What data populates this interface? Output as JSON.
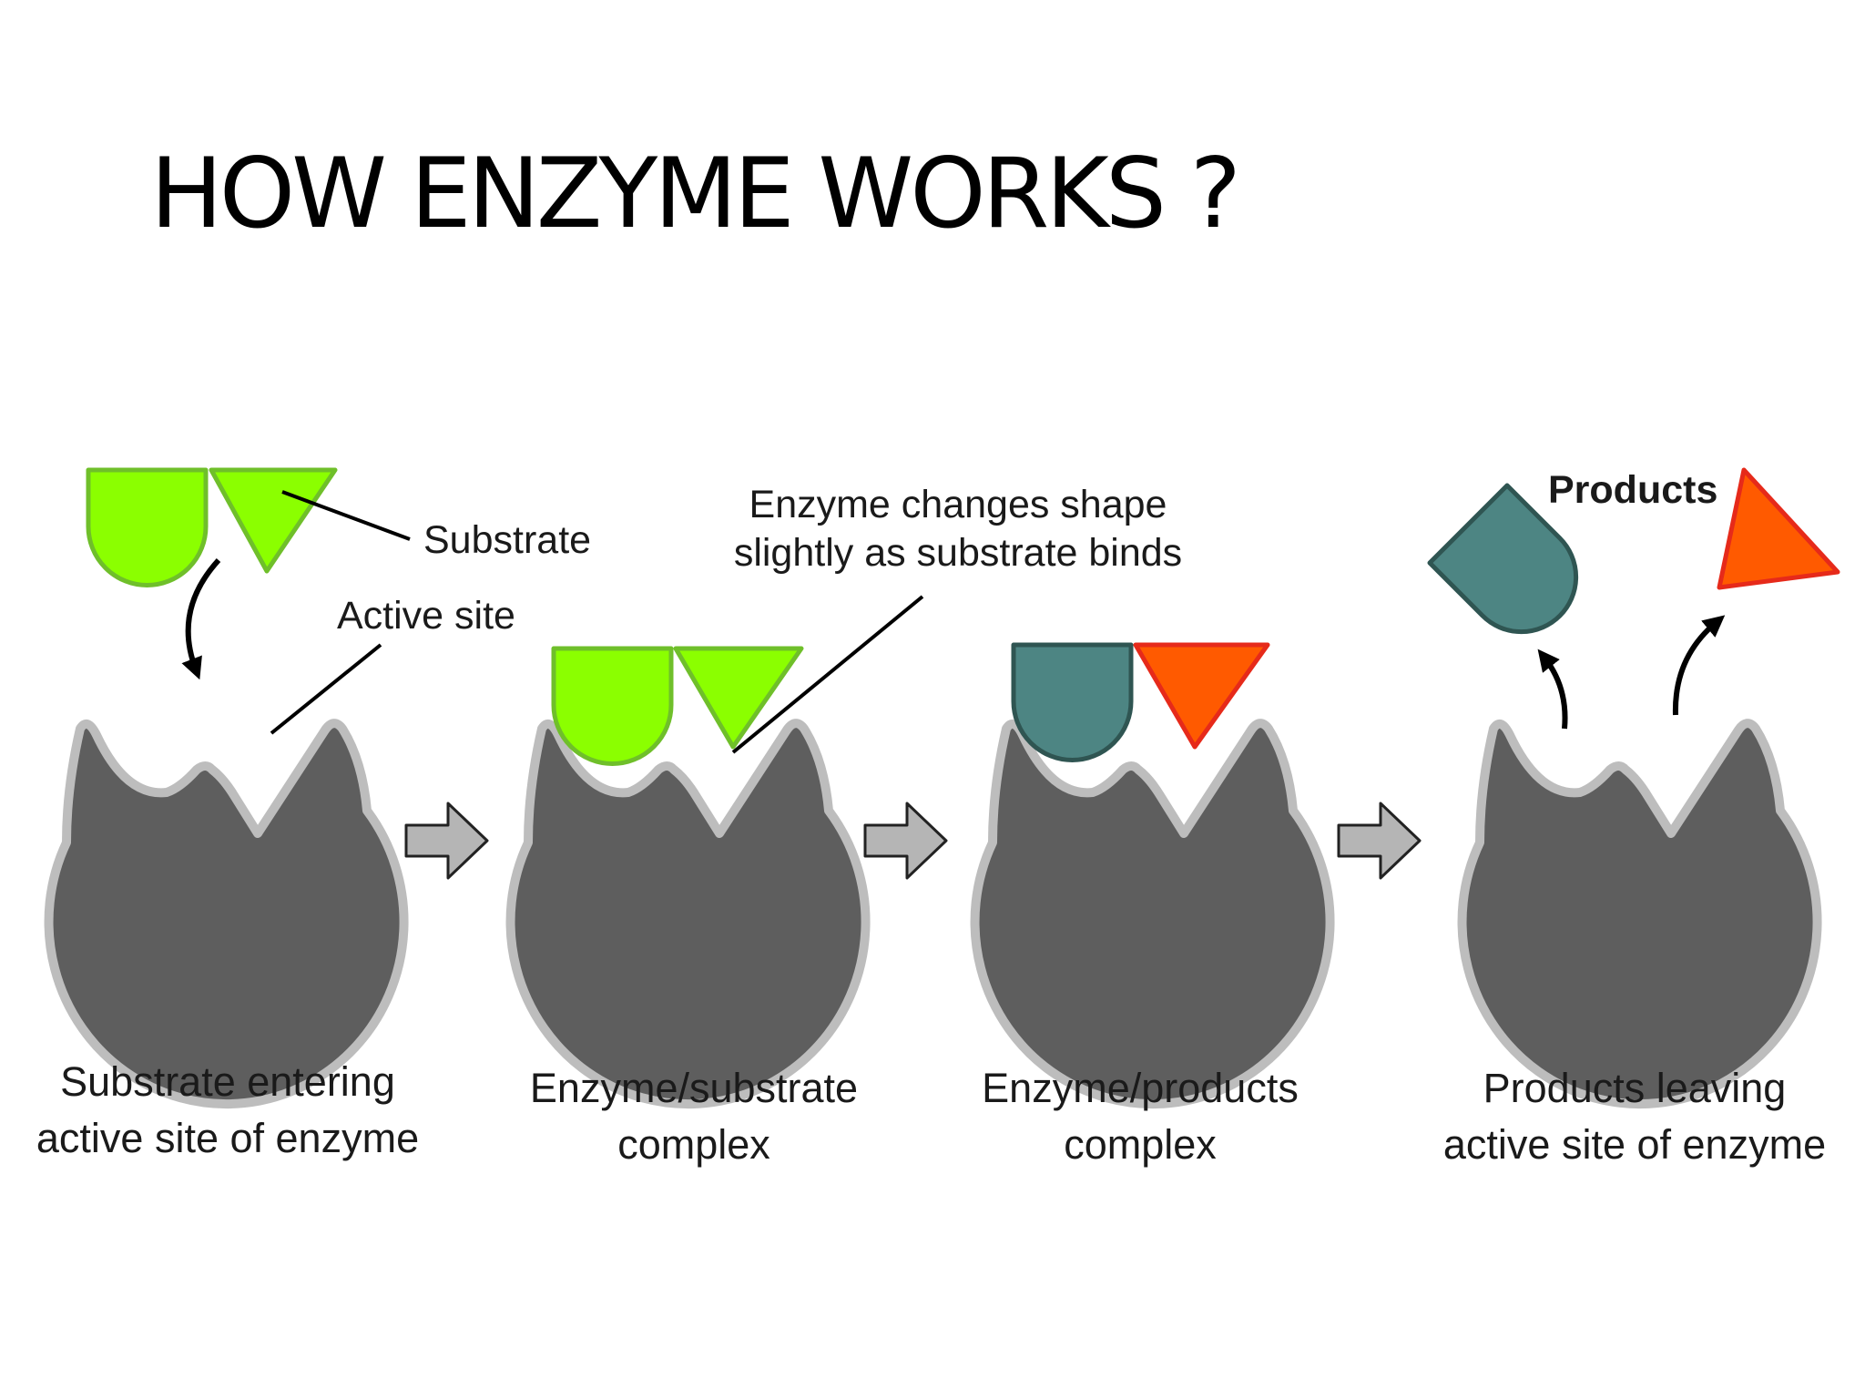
{
  "title": "HOW ENZYME WORKS ?",
  "labels": {
    "substrate": "Substrate",
    "active_site": "Active site",
    "shape_change_line1": "Enzyme changes shape",
    "shape_change_line2": "slightly as substrate binds",
    "products": "Products"
  },
  "stages": [
    {
      "caption_line1": "Substrate entering",
      "caption_line2": "active site of enzyme"
    },
    {
      "caption_line1": "Enzyme/substrate",
      "caption_line2": "complex"
    },
    {
      "caption_line1": "Enzyme/products",
      "caption_line2": "complex"
    },
    {
      "caption_line1": "Products leaving",
      "caption_line2": "active site of enzyme"
    }
  ],
  "colors": {
    "enzyme_fill": "#5e5e5e",
    "enzyme_outline": "#bdbdbd",
    "substrate_fill": "#8bff00",
    "substrate_outline": "#6fbf2a",
    "product_teal": "#4d8583",
    "product_teal_outline": "#2f5552",
    "product_orange": "#ff5a00",
    "product_orange_outline": "#e62a1a",
    "process_arrow": "#b5b5b5"
  }
}
